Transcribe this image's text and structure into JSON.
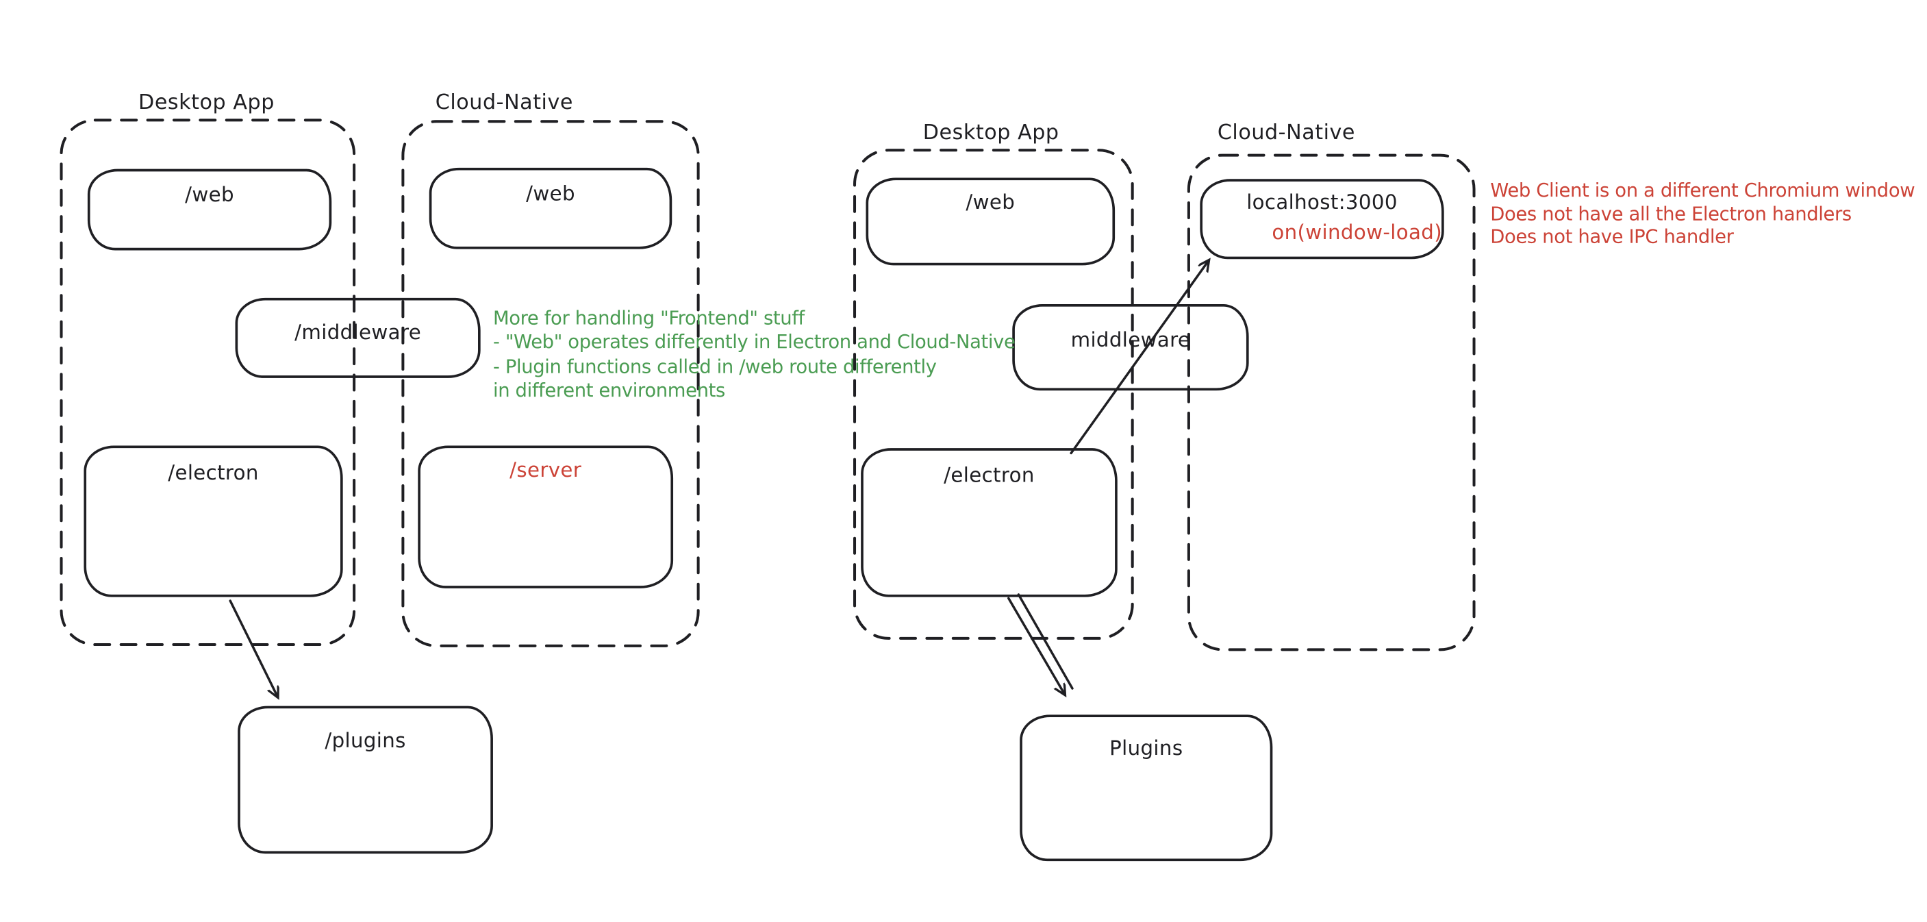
{
  "colors": {
    "bg": "#ffffff",
    "ink": "#1f1f23",
    "red": "#cc4337",
    "green": "#4a9c52"
  },
  "left_diagram": {
    "desktop_title": "Desktop App",
    "cloud_title": "Cloud-Native",
    "web_desktop_label": "/web",
    "web_cloud_label": "/web",
    "middleware_label": "/middleware",
    "electron_label": "/electron",
    "server_label": "/server",
    "plugins_label": "/plugins"
  },
  "right_diagram": {
    "desktop_title": "Desktop App",
    "cloud_title": "Cloud-Native",
    "web_label": "/web",
    "localhost_label": "localhost:3000",
    "localhost_event_label": "on(window-load)",
    "middleware_label": "middleware",
    "electron_label": "/electron",
    "plugins_label": "Plugins"
  },
  "notes": {
    "green": {
      "line1": "More for handling \"Frontend\" stuff",
      "line2": "- \"Web\" operates differently in Electron and Cloud-Native",
      "line3": "- Plugin functions called in /web route differently",
      "line4": "in different environments"
    },
    "red": {
      "line1": "Web Client is on a different Chromium window",
      "line2": "Does not have all the Electron handlers",
      "line3": "Does not have IPC handler"
    }
  }
}
